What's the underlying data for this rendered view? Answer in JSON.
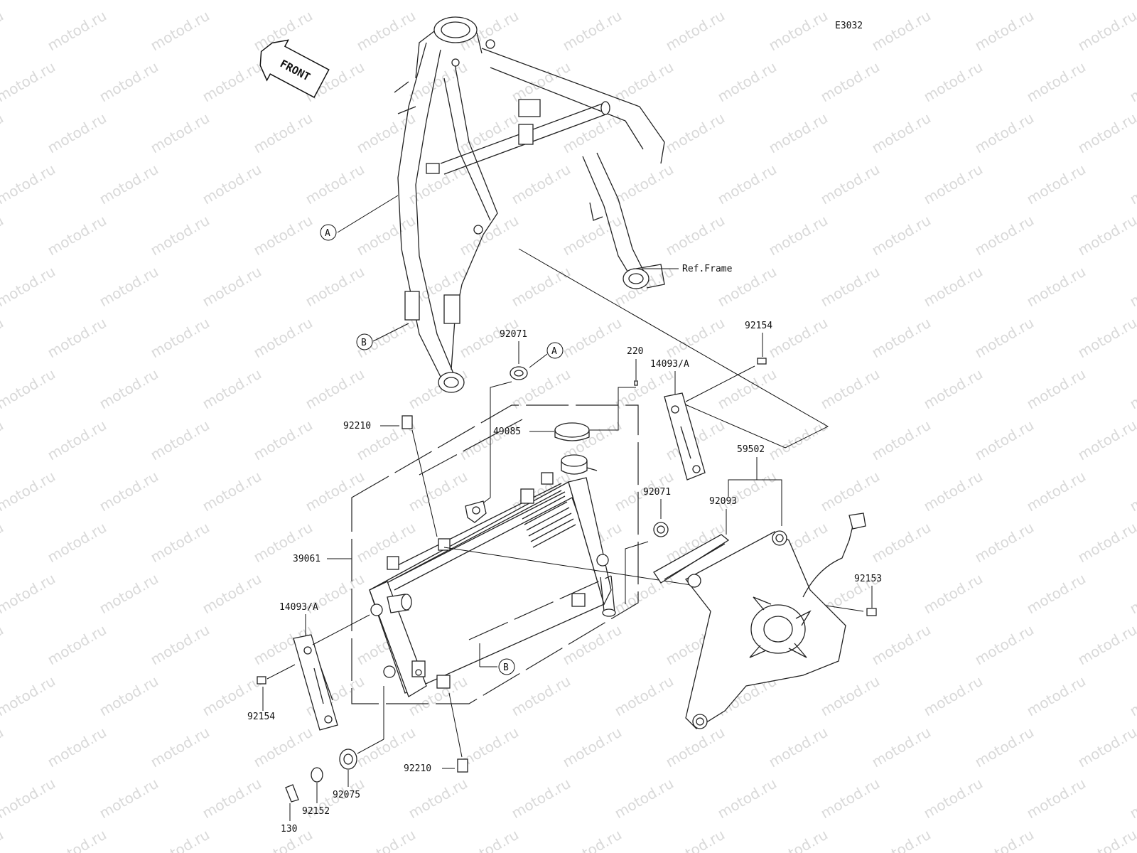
{
  "diagram": {
    "code": "E3032",
    "front_arrow": "FRONT",
    "watermark": "motod.ru",
    "ref_frame": "Ref.Frame",
    "callouts": {
      "A_top": "A",
      "B_top": "B",
      "A_mid": "A",
      "B_low": "B"
    },
    "parts": {
      "p92071_top": "92071",
      "p92210_top": "92210",
      "p49085": "49085",
      "p220": "220",
      "p14093A_right": "14093/A",
      "p92154_right": "92154",
      "p59502": "59502",
      "p92071_mid": "92071",
      "p92093": "92093",
      "p39061": "39061",
      "p92153": "92153",
      "p14093A_left": "14093/A",
      "p92154_left": "92154",
      "p92210_bottom": "92210",
      "p92075": "92075",
      "p92152": "92152",
      "p130": "130"
    }
  }
}
